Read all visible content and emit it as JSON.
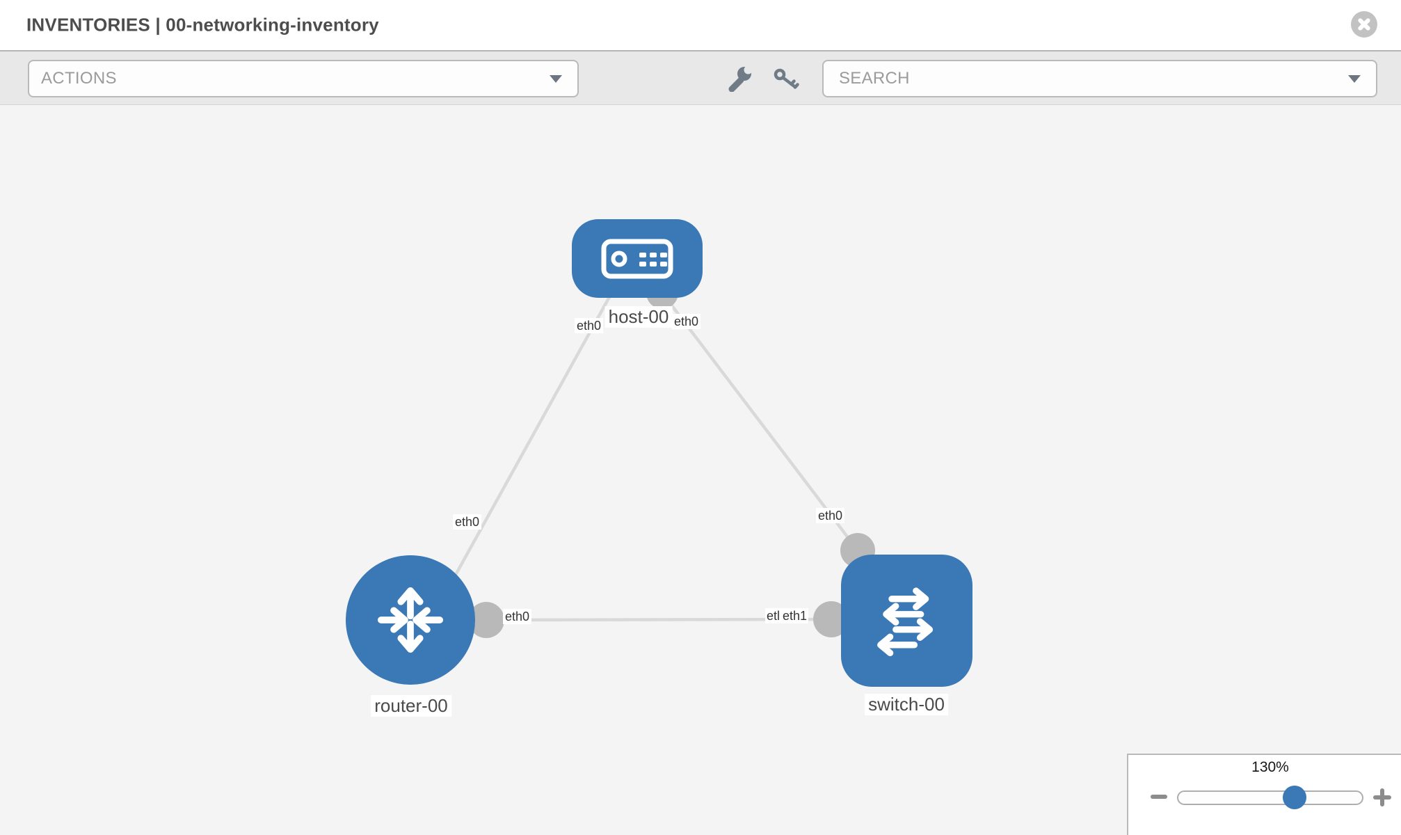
{
  "header": {
    "title": "INVENTORIES | 00-networking-inventory",
    "close_icon": "x-circle"
  },
  "toolbar": {
    "actions_label": "ACTIONS",
    "search_placeholder": "SEARCH",
    "wrench_icon": "wrench",
    "key_icon": "key",
    "caret_icon": "chevron-down"
  },
  "topology": {
    "nodes": [
      {
        "label": "host-00",
        "type": "host",
        "icon": "server-icon"
      },
      {
        "label": "router-00",
        "type": "router",
        "icon": "router-arrows-icon"
      },
      {
        "label": "switch-00",
        "type": "switch",
        "icon": "switch-arrows-icon"
      }
    ],
    "links": [
      {
        "from": "host-00",
        "from_port": "eth0",
        "to": "router-00",
        "to_port": "eth0"
      },
      {
        "from": "host-00",
        "from_port": "eth0",
        "to": "switch-00",
        "to_port": "eth0"
      },
      {
        "from": "router-00",
        "from_port": "eth0",
        "to": "switch-00",
        "to_port": "eth1",
        "to_port_clipped_text": "etl"
      }
    ]
  },
  "zoom_control": {
    "level": "130%",
    "percent": 130
  },
  "colors": {
    "node_blue": "#3a78b6",
    "link_gray": "#d9d9d9",
    "connector_gray": "#b9b9b9"
  }
}
